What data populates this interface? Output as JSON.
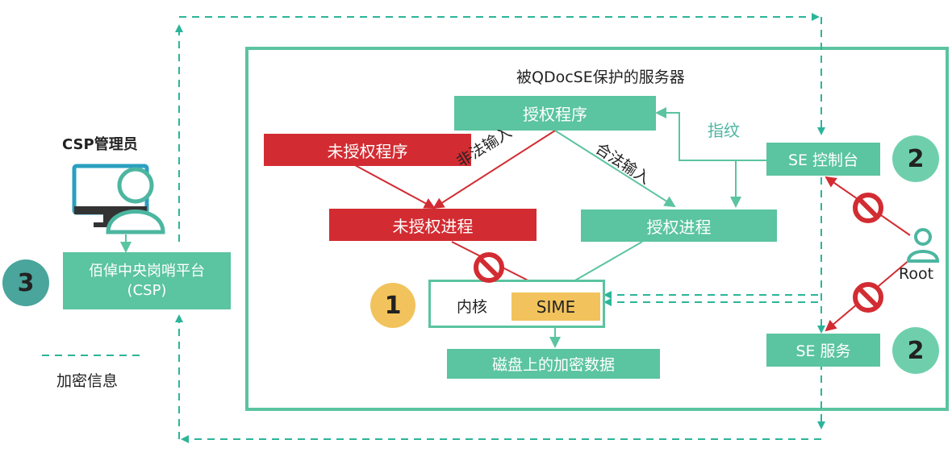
{
  "server": {
    "title": "被QDocSE保护的服务器"
  },
  "auth_program": "授权程序",
  "unauth_program": "未授权程序",
  "illegal_input": "非法输入",
  "legal_input": "合法输入",
  "unauth_process": "未授权进程",
  "auth_process": "授权进程",
  "fingerprint": "指纹",
  "se_console": "SE 控制台",
  "se_service": "SE 服务",
  "kernel": "内核",
  "sime": "SIME",
  "disk_data": "磁盘上的加密数据",
  "root": "Root",
  "csp_admin": "CSP管理员",
  "csp_platform_line1": "佰倬中央岗哨平台",
  "csp_platform_line2": "(CSP)",
  "legend_label": "加密信息",
  "badges": {
    "b1": "1",
    "b2a": "2",
    "b2b": "2",
    "b3": "3"
  },
  "colors": {
    "green": "#5bc4a0",
    "red": "#d22c32",
    "yellow": "#f2c35c",
    "teal": "#4db6a0",
    "badge_green": "#6fcfac",
    "badge_teal": "#4aa59c"
  }
}
